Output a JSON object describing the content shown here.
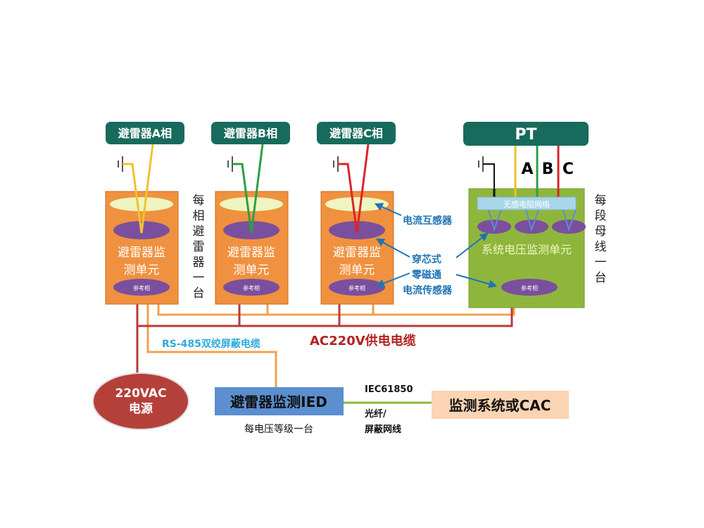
{
  "phases": [
    {
      "label": "避雷器A相",
      "wire_color": "#f2c12e",
      "unit_line1": "避雷器监",
      "unit_line2": "测单元",
      "ref": "参考相"
    },
    {
      "label": "避雷器B相",
      "wire_color": "#2e9e48",
      "unit_line1": "避雷器监",
      "unit_line2": "测单元",
      "ref": "参考相"
    },
    {
      "label": "避雷器C相",
      "wire_color": "#d8262a",
      "unit_line1": "避雷器监",
      "unit_line2": "测单元",
      "ref": "参考相"
    }
  ],
  "per_phase_note": [
    "每",
    "相",
    "避",
    "雷",
    "器",
    "一",
    "台"
  ],
  "pt": {
    "label": "PT",
    "phases": [
      "A",
      "B",
      "C"
    ],
    "resistor_network": "无感电阻网络",
    "unit_label": "系统电压监测单元",
    "ref": "参考相",
    "note": [
      "每",
      "段",
      "母",
      "线",
      "一",
      "台"
    ]
  },
  "annotations": {
    "ct": "电流互感器",
    "zero_flux": [
      "穿芯式",
      "零磁通",
      "电流传感器"
    ]
  },
  "cables": {
    "rs485": "RS-485双绞屏蔽电缆",
    "ac220": "AC220V供电电缆"
  },
  "power": {
    "line1": "220VAC",
    "line2": "电源"
  },
  "ied": {
    "label": "避雷器监测IED",
    "note": "每电压等级一台"
  },
  "link": {
    "protocol": "IEC61850",
    "media1": "光纤/",
    "media2": "屏蔽网线"
  },
  "cac": {
    "label": "监测系统或CAC"
  },
  "colors": {
    "header": "#176b5c",
    "unit": "#f0913f",
    "pt_unit": "#8fb63c",
    "purple": "#7a4f9e",
    "light_green": "#eef5c0",
    "blue_text": "#1f74b4",
    "rs485": "#f0a050",
    "ac_red": "#b83a3a",
    "ied": "#5b8fd0",
    "cac": "#fbd4b4"
  }
}
